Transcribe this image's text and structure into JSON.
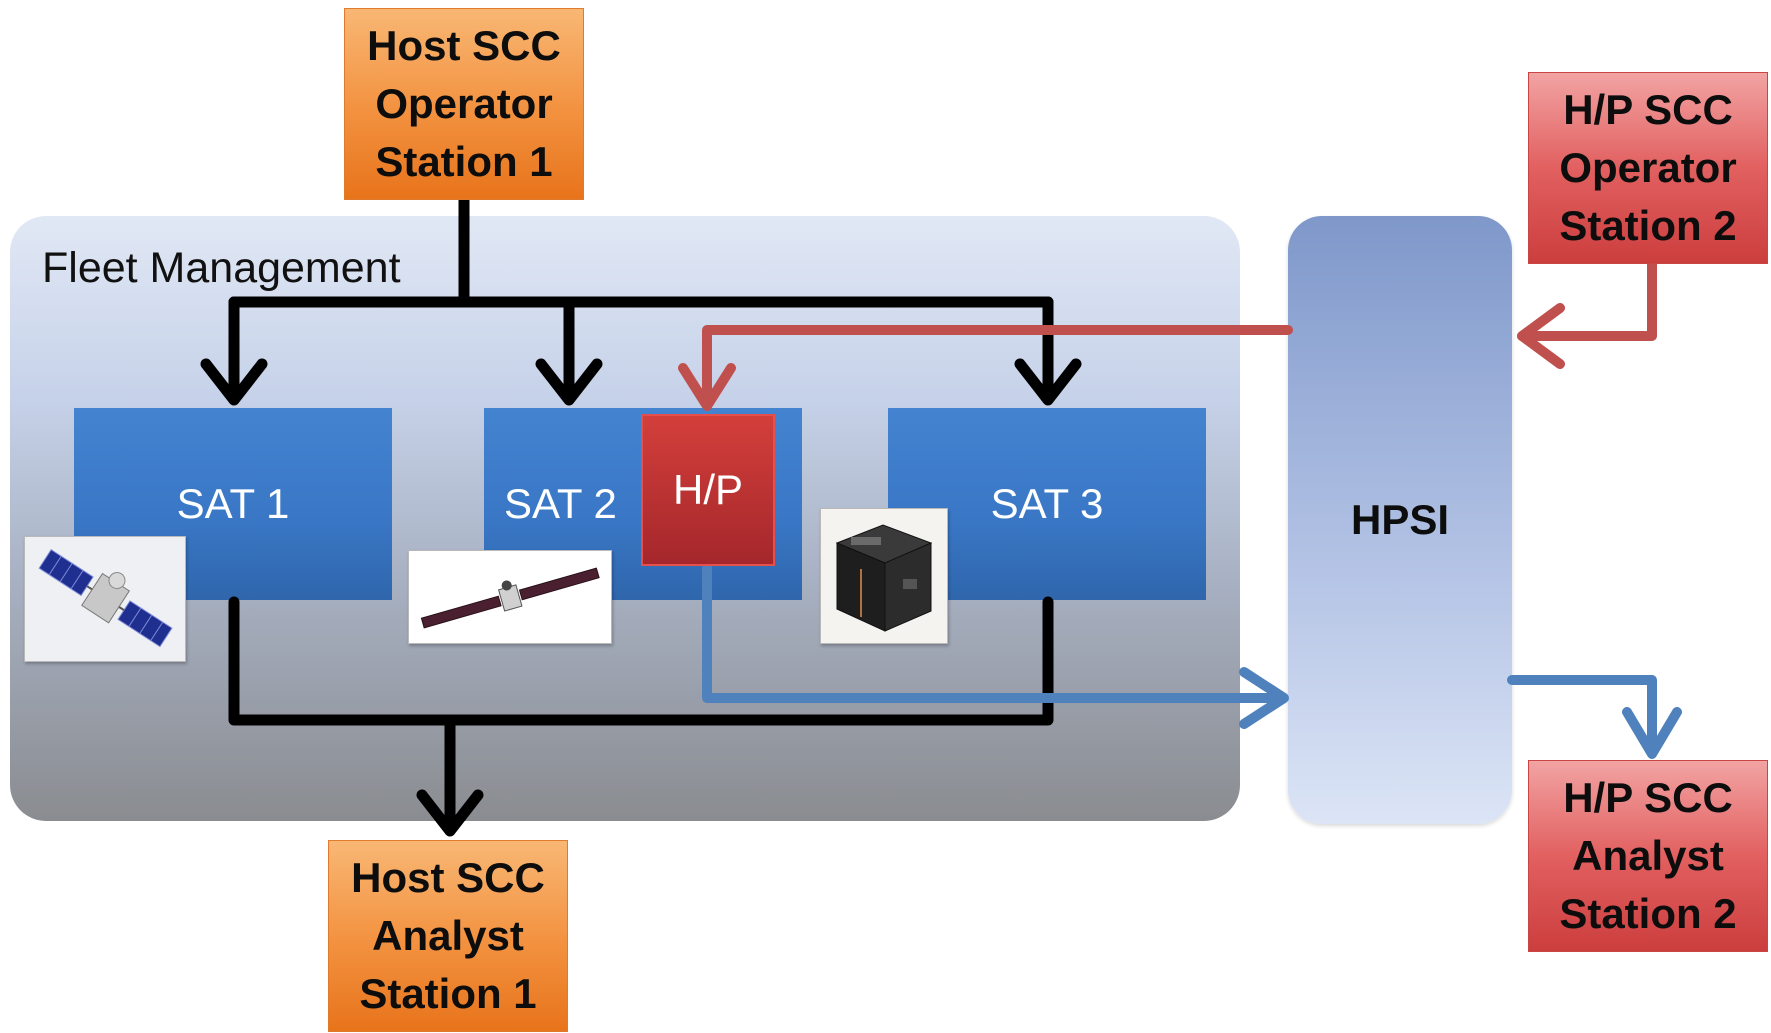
{
  "fleet": {
    "title": "Fleet Management"
  },
  "stations": {
    "host_operator": "Host SCC\nOperator\nStation 1",
    "host_analyst": "Host SCC\nAnalyst\nStation 1",
    "hp_operator": "H/P SCC\nOperator\nStation 2",
    "hp_analyst": "H/P SCC\nAnalyst\nStation 2"
  },
  "satellites": {
    "sat1": "SAT 1",
    "sat2": "SAT 2",
    "sat3": "SAT 3",
    "hosted_payload": "H/P"
  },
  "interface": {
    "label": "HPSI"
  },
  "colors": {
    "host_flow": "#000000",
    "hp_command": "#c0504d",
    "hp_telemetry": "#4f81bd",
    "host_station": "#f39443",
    "hp_station": "#e26060",
    "satellite": "#3a78c7"
  },
  "icons": {
    "sat1_image": "communications-satellite-icon",
    "sat2_image": "long-solar-array-satellite-icon",
    "sat3_image": "cubesat-icon"
  }
}
